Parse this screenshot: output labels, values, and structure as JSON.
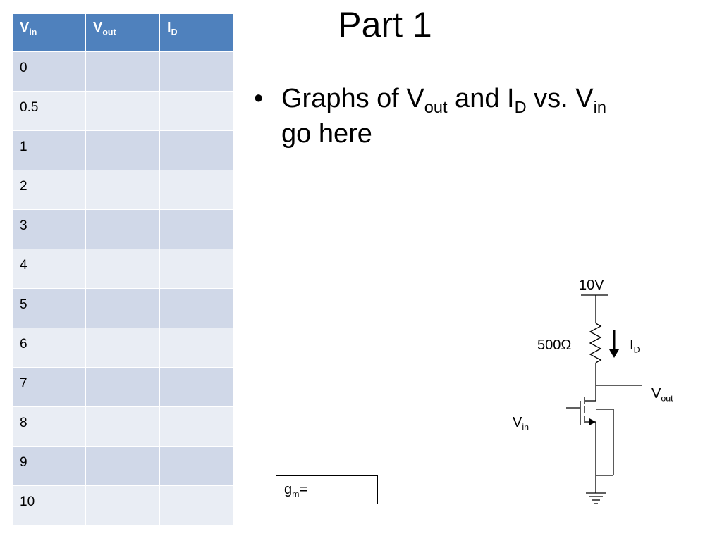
{
  "table": {
    "headers": [
      {
        "main": "V",
        "sub": "in"
      },
      {
        "main": "V",
        "sub": "out"
      },
      {
        "main": "I",
        "sub": "D"
      }
    ],
    "rows": [
      [
        "0",
        "",
        ""
      ],
      [
        "0.5",
        "",
        ""
      ],
      [
        "1",
        "",
        ""
      ],
      [
        "2",
        "",
        ""
      ],
      [
        "3",
        "",
        ""
      ],
      [
        "4",
        "",
        ""
      ],
      [
        "5",
        "",
        ""
      ],
      [
        "6",
        "",
        ""
      ],
      [
        "7",
        "",
        ""
      ],
      [
        "8",
        "",
        ""
      ],
      [
        "9",
        "",
        ""
      ],
      [
        "10",
        "",
        ""
      ]
    ]
  },
  "title": "Part 1",
  "bullet": {
    "symbol": "•",
    "t1": "Graphs of V",
    "s1": "out",
    "t2": " and I",
    "s2": "D",
    "t3": " vs. V",
    "s3": "in",
    "t4": "go here"
  },
  "circuit": {
    "supply": "10V",
    "resistor": "500Ω",
    "current": {
      "main": "I",
      "sub": "D"
    },
    "output": {
      "main": "V",
      "sub": "out"
    },
    "input": {
      "main": "V",
      "sub": "in"
    }
  },
  "gm": {
    "main": "g",
    "sub": "m",
    "suffix": "="
  }
}
